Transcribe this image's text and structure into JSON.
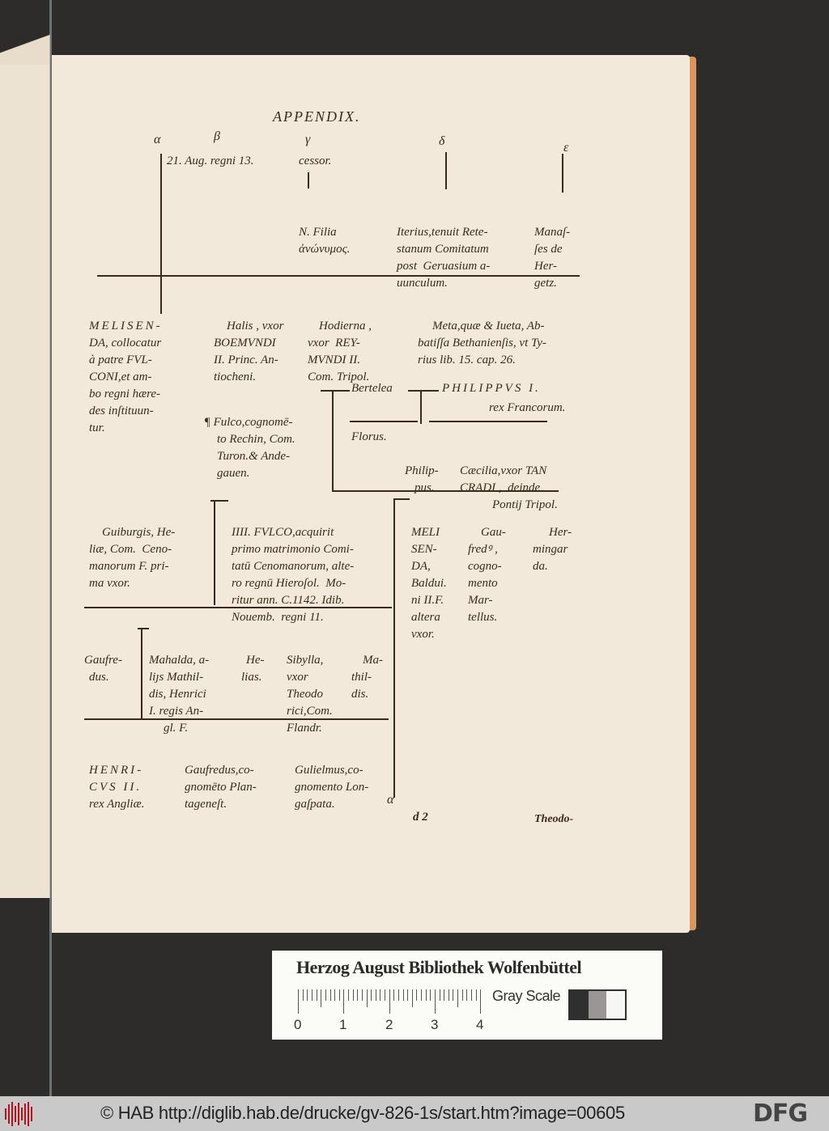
{
  "page": {
    "heading": "APPENDIX.",
    "column_markers": [
      "α",
      "β",
      "γ",
      "δ",
      "ε"
    ],
    "top_row": {
      "beta_text": "21. Aug. regni 13.",
      "gamma_text": "cessor.",
      "gamma_child": [
        "N. Filia",
        "ἀνώνυμος."
      ],
      "delta_child": [
        "Iterius,tenuit Rete-",
        "stanum Comitatum",
        "post  Geruasium a-",
        "uunculum."
      ],
      "epsilon_child": [
        "Manaſ-",
        "ſes de",
        "Her-",
        "getz."
      ]
    },
    "row2": {
      "melisenda": [
        "MELISEN-",
        "DA, collocatur",
        "à patre FVL-",
        "CONI,et am-",
        "bo regni hære-",
        "des inſtituun-",
        "tur."
      ],
      "halis": [
        "Halis , vxor",
        "BOEMVNDI",
        "II. Princ. An-",
        "tiocheni."
      ],
      "hodierna": [
        "Hodierna ,",
        "vxor  REY-",
        "MVNDI II.",
        "Com. Tripol."
      ],
      "meta": [
        "Meta,quæ & Iueta, Ab-",
        "batiſſa Bethanienſis, vt Ty-",
        "rius lib. 15. cap. 26."
      ]
    },
    "row3": {
      "fulco": [
        "¶ Fulco,cognomē-",
        "to Rechin, Com.",
        "Turon.& Ande-",
        "gauen."
      ],
      "bertelea": "Bertelea",
      "philippus": [
        "PHILIPPVS I.",
        "rex Francorum."
      ],
      "florus": "Florus.",
      "philippus_son": [
        "Philip-",
        "pus."
      ],
      "caecilia": [
        "Cæcilia,vxor TAN",
        "CRADI ,  deinde",
        "Pontij Tripol."
      ]
    },
    "row4": {
      "guiburgis": [
        "Guiburgis, He-",
        "liæ, Com.  Ceno-",
        "manorum F. pri-",
        "ma vxor."
      ],
      "fulco_iiii": [
        "IIII. FVLCO,acquirit",
        "primo matrimonio Comi-",
        "tatū Cenomanorum, alte-",
        "ro regnū Hieroſol.  Mo-",
        "ritur ann. C.1142. Idib.",
        "Nouemb.  regni 11."
      ],
      "melisenda2": [
        "MELI",
        "SEN-",
        "DA,",
        "Baldui.",
        "ni II.F.",
        "altera",
        "vxor."
      ],
      "gaufredus_martellus": [
        "Gau-",
        "fredꝰ ,",
        "cogno-",
        "mento",
        "Mar-",
        "tellus."
      ],
      "hermingarda": [
        "Her-",
        "mingar",
        "da."
      ]
    },
    "row5": {
      "gaufredus": [
        "Gaufre-",
        "dus."
      ],
      "mahalda": [
        "Mahalda, a-",
        "liȷs Mathil-",
        "dis, Henrici",
        "I. regis An-",
        "gl. F."
      ],
      "helias": [
        "He-",
        "lias."
      ],
      "sibylla": [
        "Sibylla,",
        "vxor",
        "Theodo",
        "rici,Com.",
        "Flandr."
      ],
      "mathildis": [
        "Ma-",
        "thil-",
        "dis."
      ]
    },
    "row6": {
      "henricus": [
        "HENRI-",
        "CVS II.",
        "rex Angliæ."
      ],
      "gaufredus_plantagenet": [
        "Gaufredus,co-",
        "gnomēto Plan-",
        "tageneſt."
      ],
      "gulielmus": [
        "Gulielmus,co-",
        "gnomento Lon-",
        "gaſpata."
      ]
    },
    "alpha_bottom": "α",
    "signature": "d 2",
    "catchword": "Theodo-"
  },
  "scale_card": {
    "title": "Herzog August Bibliothek Wolfenbüttel",
    "ruler_labels": [
      "0",
      "1",
      "2",
      "3",
      "4"
    ],
    "gray_scale_label": "Gray Scale",
    "swatch_colors": [
      "#2f2f2f",
      "#9a9696",
      "#f6f6f4"
    ]
  },
  "footer": {
    "copyright_url": "© HAB http://diglib.hab.de/drucke/gv-826-1s/start.htm?image=00605",
    "dfg_logo": "DFG"
  },
  "colors": {
    "paper": "#f2e9da",
    "ink": "#3b2a1a",
    "background": "#2d2c2a",
    "page_edge": "#d9975f",
    "footer_bar": "#c9c9c9",
    "hab_logo_red": "#b5121b"
  }
}
